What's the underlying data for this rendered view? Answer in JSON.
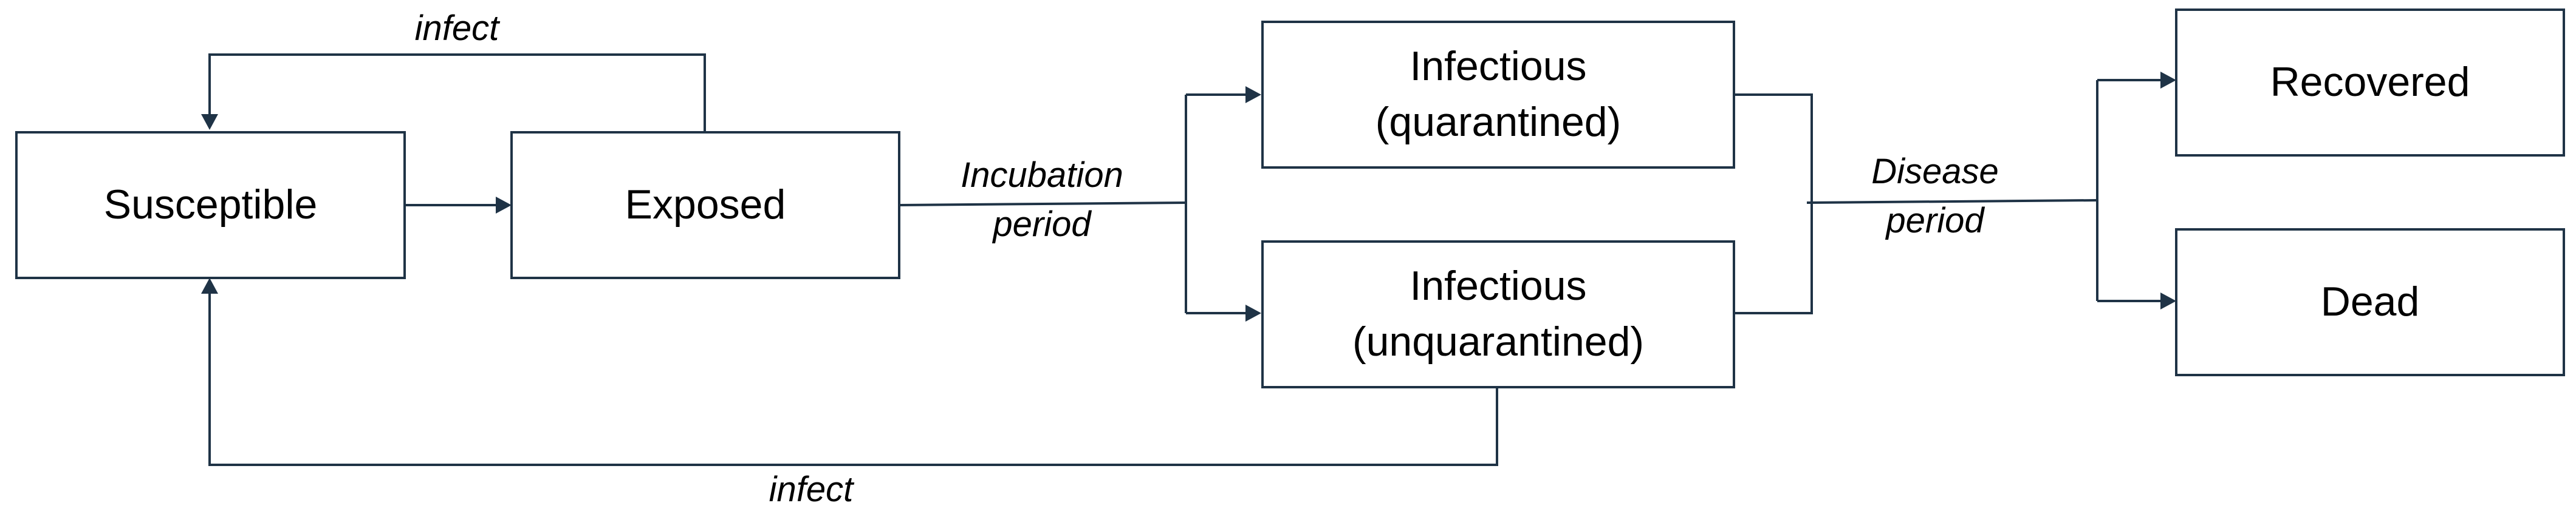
{
  "colors": {
    "stroke": "#1f3346",
    "background": "#ffffff",
    "text": "#000000"
  },
  "nodes": {
    "susceptible": "Susceptible",
    "exposed": "Exposed",
    "infectious_quarantined": "Infectious\n(quarantined)",
    "infectious_unquarantined": "Infectious\n(unquarantined)",
    "recovered": "Recovered",
    "dead": "Dead"
  },
  "edge_labels": {
    "infect_top": "infect",
    "infect_bottom": "infect",
    "incubation": "Incubation\nperiod",
    "disease": "Disease\nperiod"
  }
}
